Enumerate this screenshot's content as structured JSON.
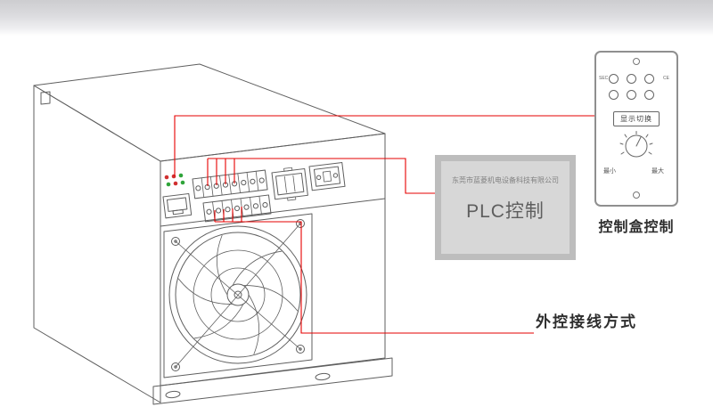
{
  "colors": {
    "wire": "#e60000",
    "line": "#5f5f5f",
    "plc_fill": "#d7d7d7",
    "plc_border": "#bdbdbd",
    "led_red": "#d03030",
    "led_green": "#2fa43a"
  },
  "plc": {
    "company": "东莞市蓝菱机电设备科技有限公司",
    "label": "PLC控制"
  },
  "control_panel": {
    "row_label_left": "SEC",
    "row_label_right": "CE",
    "display_button": "显示切换",
    "knob_min": "最小",
    "knob_max": "最大",
    "caption": "控制盒控制"
  },
  "wiring_label": "外控接线方式"
}
